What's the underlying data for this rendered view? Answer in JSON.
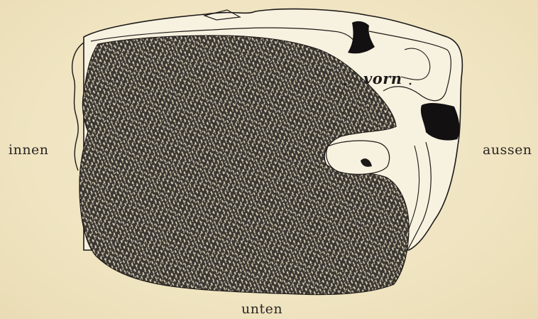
{
  "labels": {
    "inner": "innen",
    "outer": "aussen",
    "bottom": "unten",
    "front": "vorn"
  },
  "colors": {
    "paper": "#f1e6c4",
    "ink": "#1c1a18",
    "stipple_dark": "#3a3632",
    "stipple_light": "#d8ceb2",
    "outline_fill": "#f7f1df"
  }
}
